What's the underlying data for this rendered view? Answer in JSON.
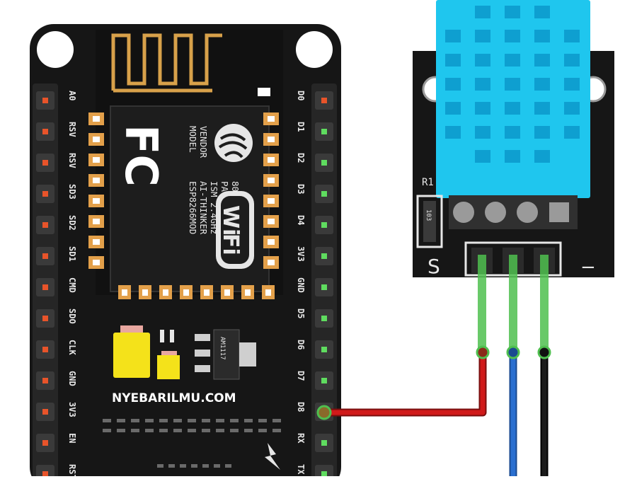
{
  "colors": {
    "board": "#161616",
    "gold": "#e3a04a",
    "sensor_blue": "#1fc6ee",
    "wire_red": "#d01a1a",
    "wire_blue": "#2a6fd0",
    "wire_black": "#111111",
    "wire_green": "#4fbf4f",
    "regulator_yellow": "#f4e21a"
  },
  "board": {
    "left_pins": [
      "A0",
      "RSV",
      "RSV",
      "SD3",
      "SD2",
      "SD1",
      "CMD",
      "SDO",
      "CLK",
      "GND",
      "3V3",
      "EN",
      "RST"
    ],
    "right_pins": [
      "D0",
      "D1",
      "D2",
      "D3",
      "D4",
      "3V3",
      "GND",
      "D5",
      "D6",
      "D7",
      "D8",
      "RX",
      "TX"
    ],
    "module_text": {
      "model_label": "MODEL",
      "vendor_label": "VENDOR",
      "model": "ESP8266MOD",
      "vendor": "AI-THINKER",
      "ism": "ISM 2.4GHz",
      "pa": "PA +25dBm",
      "standard": "802.11b/g/n",
      "fc_logo": "FC",
      "wifi_logo_top": "Wi",
      "wifi_logo_bottom": "Fi"
    },
    "regulator": "AM1117",
    "site": "NYEBARILMU.COM"
  },
  "sensor": {
    "resistor_label": "R1",
    "resistor_value": "103",
    "signal_mark": "S",
    "ground_mark": "−"
  }
}
